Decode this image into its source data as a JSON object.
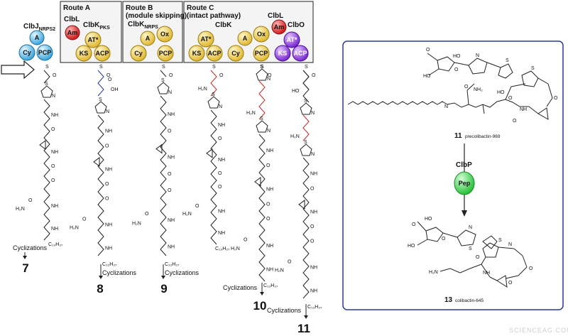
{
  "top_enzyme": {
    "name": "ClbJ",
    "sub": "NRPS2"
  },
  "routes": [
    {
      "id": "route-a",
      "title": "Route A",
      "subtitle": "",
      "enzymes": [
        "ClbL",
        "ClbK"
      ],
      "enzyme_sub": "PKS"
    },
    {
      "id": "route-b",
      "title": "Route B",
      "subtitle": "(module skipping)",
      "enzymes": [
        "ClbK"
      ],
      "enzyme_sub": "NRPS"
    },
    {
      "id": "route-c",
      "title": "Route C",
      "subtitle": "(intact pathway)",
      "enzymes": [
        "ClbK",
        "ClbL",
        "ClbO"
      ],
      "enzyme_sub": ""
    }
  ],
  "domains": {
    "A": "A",
    "Cy": "Cy",
    "PCP": "PCP",
    "Am": "Am",
    "AT": "AT*",
    "KS": "KS",
    "ACP": "ACP",
    "Ox": "Ox"
  },
  "compounds": [
    {
      "number": "7",
      "note": "Cyclizations"
    },
    {
      "number": "8",
      "note": "Cyclizations"
    },
    {
      "number": "9",
      "note": "Cyclizations"
    },
    {
      "number": "10",
      "note": "Cyclizations"
    },
    {
      "number": "11",
      "note": "Cyclizations"
    }
  ],
  "atoms": {
    "O": "O",
    "S": "S",
    "N": "N",
    "NH": "NH",
    "HN": "HN",
    "OH": "OH",
    "HO": "HO",
    "H2N": "H₂N",
    "NH2": "NH₂",
    "C13H27": "C₁₃H₂₇"
  },
  "inset": {
    "compound_top": {
      "number": "11",
      "name": "precolibactin-969"
    },
    "enzyme": {
      "name": "ClbP",
      "domain": "Pep"
    },
    "compound_bottom": {
      "number": "13",
      "name": "colibactin-645"
    }
  },
  "watermark": "SCIENCEAG.COM",
  "colors": {
    "blue": "#4fb3e6",
    "yellow": "#f2d25a",
    "red": "#e02828",
    "purple": "#8a3ee0",
    "green": "#39d14a",
    "frame": "#2b3a8f"
  }
}
